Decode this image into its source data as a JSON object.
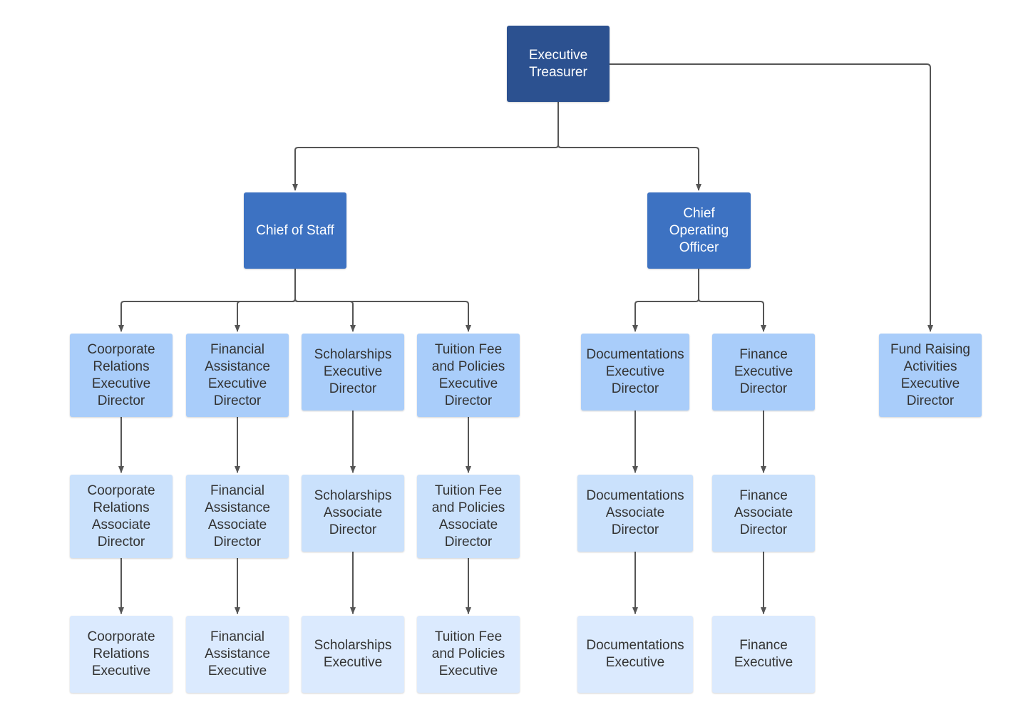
{
  "colors": {
    "top": "#2c5190",
    "chief": "#3d72c2",
    "director": "#a9cdfa",
    "associate": "#cae1fc",
    "executive": "#dbeafe",
    "connector": "#555555"
  },
  "nodes": {
    "executive_treasurer": "Executive\nTreasurer",
    "chief_of_staff": "Chief of Staff",
    "chief_operating_officer": "Chief\nOperating\nOfficer",
    "corporate_relations_exec_director": "Coorporate\nRelations\nExecutive\nDirector",
    "financial_assistance_exec_director": "Financial\nAssistance\nExecutive\nDirector",
    "scholarships_exec_director": "Scholarships\nExecutive\nDirector",
    "tuition_fee_exec_director": "Tuition Fee\nand Policies\nExecutive\nDirector",
    "documentations_exec_director": "Documentations\nExecutive\nDirector",
    "finance_exec_director": "Finance\nExecutive\nDirector",
    "fund_raising_exec_director": "Fund Raising\nActivities\nExecutive\nDirector",
    "corporate_relations_assoc_director": "Coorporate\nRelations\nAssociate\nDirector",
    "financial_assistance_assoc_director": "Financial\nAssistance\nAssociate\nDirector",
    "scholarships_assoc_director": "Scholarships\nAssociate\nDirector",
    "tuition_fee_assoc_director": "Tuition Fee\nand Policies\nAssociate\nDirector",
    "documentations_assoc_director": "Documentations\nAssociate\nDirector",
    "finance_assoc_director": "Finance\nAssociate\nDirector",
    "corporate_relations_executive": "Coorporate\nRelations\nExecutive",
    "financial_assistance_executive": "Financial\nAssistance\nExecutive",
    "scholarships_executive": "Scholarships\nExecutive",
    "tuition_fee_executive": "Tuition Fee\nand Policies\nExecutive",
    "documentations_executive": "Documentations\nExecutive",
    "finance_executive": "Finance\nExecutive"
  }
}
